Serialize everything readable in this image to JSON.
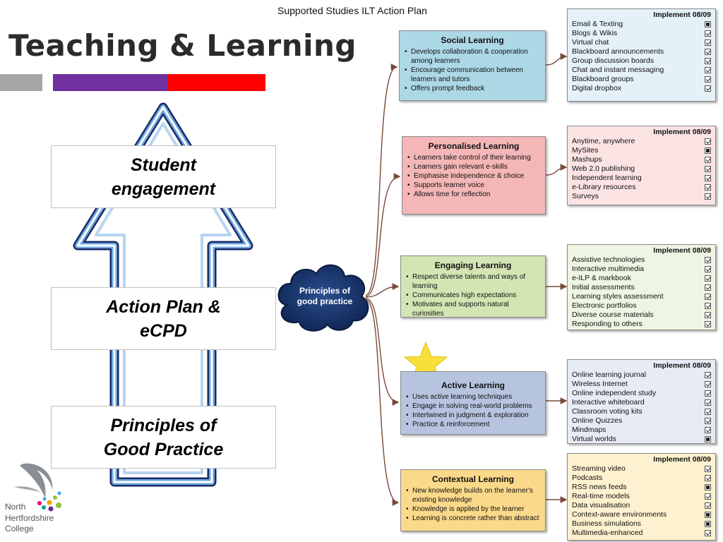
{
  "slide": {
    "title": "Teaching & Learning",
    "colors": {
      "gray": "#a6a6a6",
      "purple": "#7030a0",
      "red": "#ff0000",
      "cloud": "#1f3864"
    }
  },
  "plan_title": "Supported Studies ILT Action Plan",
  "stages": [
    {
      "label": "Student\nengagement"
    },
    {
      "label": "Action Plan &\neCPD"
    },
    {
      "label": "Principles of\nGood Practice"
    }
  ],
  "hub": {
    "label": "Principles of\ngood practice",
    "icon": "cloud-shape"
  },
  "star_icon": "gold-star-icon",
  "categories": [
    {
      "title": "Social Learning",
      "color": "#add8e6",
      "points": [
        "Develops collaboration & cooperation among learners",
        "Encourage communication between learners and tutors",
        "Offers prompt feedback"
      ],
      "impl_header": "Implement 08/09",
      "impl_color": "#e4f1f8",
      "items": [
        {
          "label": "Email & Texting",
          "status": "no"
        },
        {
          "label": "Blogs & Wikis",
          "status": "yes"
        },
        {
          "label": "Virtual chat",
          "status": "yes"
        },
        {
          "label": "Blackboard announcements",
          "status": "yes"
        },
        {
          "label": "Group discussion boards",
          "status": "yes"
        },
        {
          "label": "Chat and instant messaging",
          "status": "yes"
        },
        {
          "label": "Blackboard groups",
          "status": "yes"
        },
        {
          "label": "Digital dropbox",
          "status": "yes"
        }
      ]
    },
    {
      "title": "Personalised Learning",
      "color": "#f4b6b6",
      "points": [
        "Learners take control of their learning",
        "Learners gain relevant e-skills",
        "Emphasise independence & choice",
        "Supports learner voice",
        "Allows time for reflection"
      ],
      "impl_header": "Implement 08/09",
      "impl_color": "#fbe3e3",
      "items": [
        {
          "label": "Anytime, anywhere",
          "status": "yes"
        },
        {
          "label": "MySites",
          "status": "no"
        },
        {
          "label": "Mashups",
          "status": "yes"
        },
        {
          "label": "Web 2.0 publishing",
          "status": "yes"
        },
        {
          "label": "Independent learning",
          "status": "yes"
        },
        {
          "label": "e-Library resources",
          "status": "yes"
        },
        {
          "label": "Surveys",
          "status": "yes"
        }
      ]
    },
    {
      "title": "Engaging Learning",
      "color": "#d3e5b3",
      "points": [
        "Respect diverse talents and ways of learning",
        "Communicates high expectations",
        "Motivates and supports natural curiosities"
      ],
      "impl_header": "Implement 08/09",
      "impl_color": "#eef5e2",
      "items": [
        {
          "label": "Assistive technologies",
          "status": "yes"
        },
        {
          "label": "Interactive multimedia",
          "status": "yes"
        },
        {
          "label": "e-ILP & markbook",
          "status": "yes"
        },
        {
          "label": "Initial assessments",
          "status": "yes"
        },
        {
          "label": "Learning styles assessment",
          "status": "yes"
        },
        {
          "label": "Electronic portfolios",
          "status": "yes"
        },
        {
          "label": "Diverse course materials",
          "status": "yes"
        },
        {
          "label": "Responding to others",
          "status": "yes"
        }
      ]
    },
    {
      "title": "Active Learning",
      "color": "#b6c4e0",
      "points": [
        "Uses active learning techniques",
        "Engage in solving real-world problems",
        "Intertwined in judgment & exploration",
        "Practice & reinforcement"
      ],
      "impl_header": "Implement 08/09",
      "impl_color": "#e6ebf5",
      "items": [
        {
          "label": "Online learning journal",
          "status": "yes"
        },
        {
          "label": "Wireless Internet",
          "status": "yes"
        },
        {
          "label": "Online independent study",
          "status": "yes"
        },
        {
          "label": "Interactive whiteboard",
          "status": "yes"
        },
        {
          "label": "Classroom voting kits",
          "status": "yes"
        },
        {
          "label": "Online Quizzes",
          "status": "yes"
        },
        {
          "label": "Mindmaps",
          "status": "yes"
        },
        {
          "label": "Virtual worlds",
          "status": "no"
        }
      ]
    },
    {
      "title": "Contextual Learning",
      "color": "#fbd98a",
      "points": [
        "New knowledge builds on the learner's existing knowledge",
        "Knowledge is applied by the learner",
        "Learning is concrete rather than abstract"
      ],
      "impl_header": "Implement 08/09",
      "impl_color": "#fdf1cf",
      "items": [
        {
          "label": "Streaming video",
          "status": "yes"
        },
        {
          "label": "Podcasts",
          "status": "yes"
        },
        {
          "label": "RSS news feeds",
          "status": "no"
        },
        {
          "label": "Real-time models",
          "status": "yes"
        },
        {
          "label": "Data visualisation",
          "status": "yes"
        },
        {
          "label": "Context-aware environments",
          "status": "no"
        },
        {
          "label": "Business simulations",
          "status": "no"
        },
        {
          "label": "Multimedia-enhanced",
          "status": "yes"
        }
      ]
    }
  ],
  "logo": {
    "text": "North\nHertfordshire\nCollege",
    "icon": "swallow-bird-logo-icon"
  }
}
